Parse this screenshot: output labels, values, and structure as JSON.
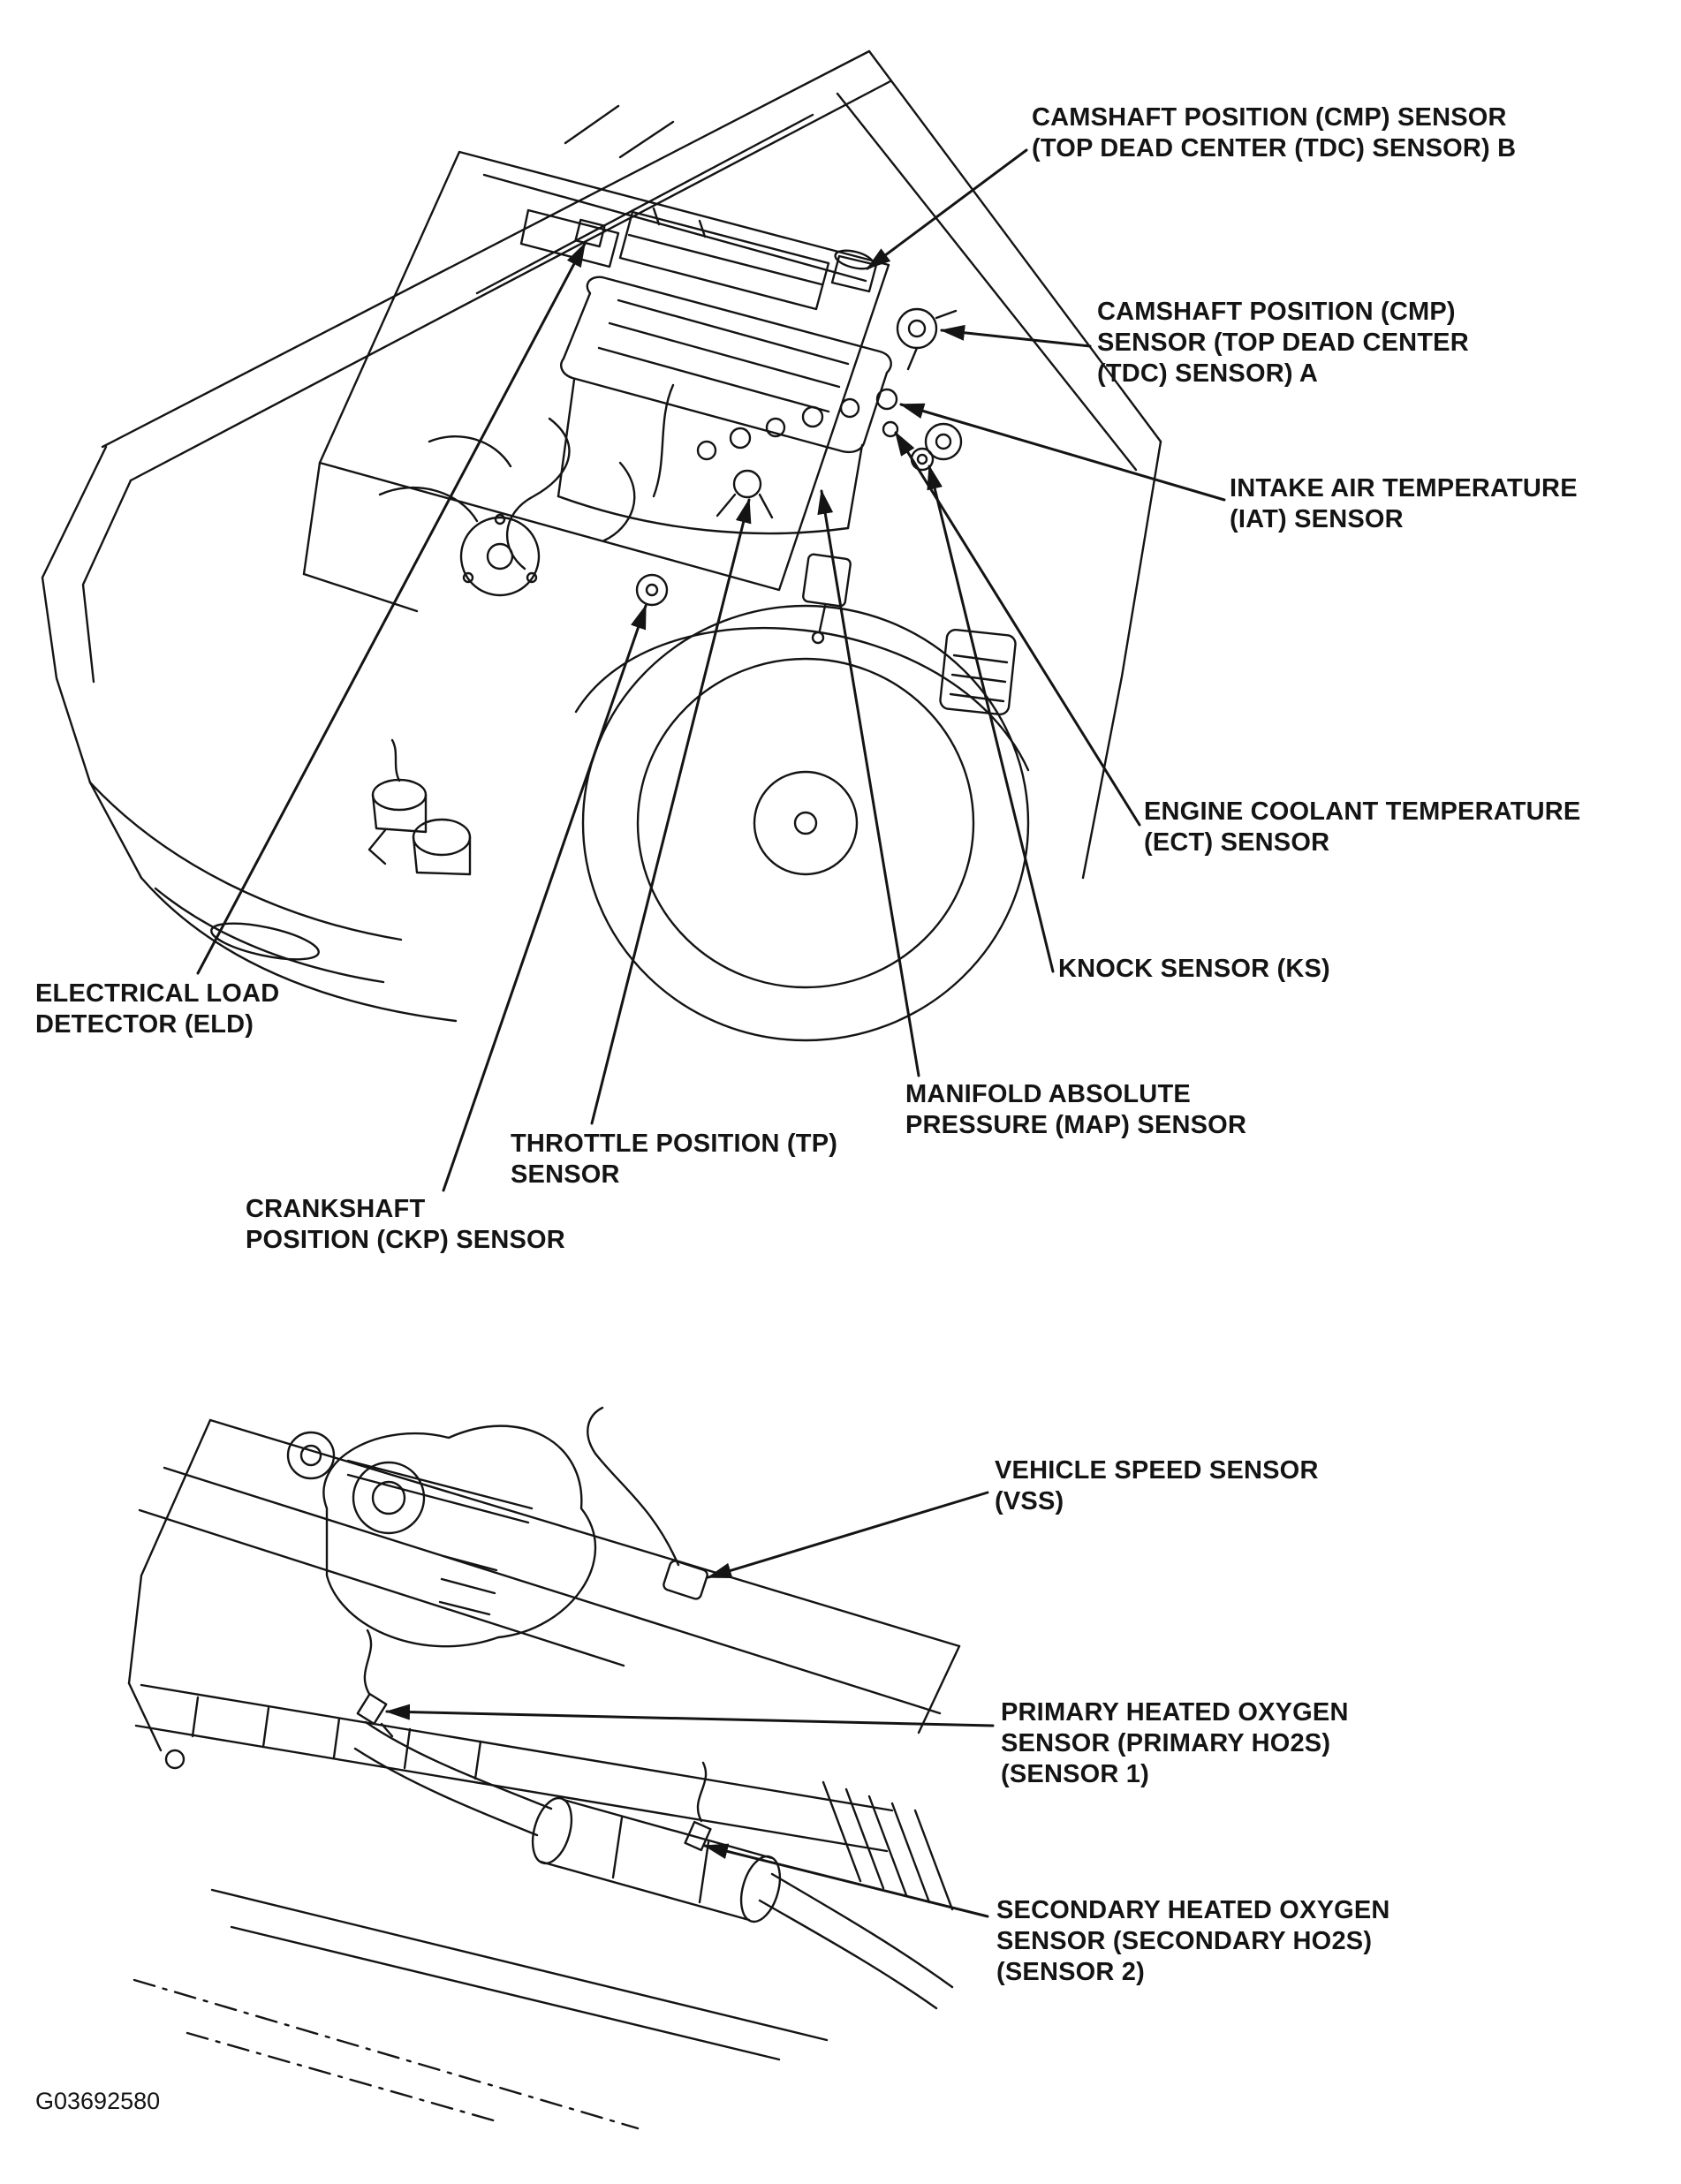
{
  "page": {
    "background": "#ffffff",
    "ink_color": "#141414"
  },
  "figure_code": "G03692580",
  "diagram": {
    "labels": {
      "cmp_b": "CAMSHAFT POSITION (CMP) SENSOR\n(TOP DEAD CENTER (TDC) SENSOR) B",
      "cmp_a": "CAMSHAFT POSITION (CMP)\nSENSOR (TOP DEAD CENTER\n(TDC) SENSOR) A",
      "iat": "INTAKE AIR TEMPERATURE\n(IAT) SENSOR",
      "ect": "ENGINE COOLANT TEMPERATURE\n(ECT) SENSOR",
      "ks": "KNOCK SENSOR (KS)",
      "map": "MANIFOLD ABSOLUTE\nPRESSURE (MAP) SENSOR",
      "eld": "ELECTRICAL LOAD\nDETECTOR (ELD)",
      "tp": "THROTTLE POSITION (TP)\nSENSOR",
      "ckp": "CRANKSHAFT\nPOSITION (CKP) SENSOR",
      "vss": "VEHICLE SPEED SENSOR\n(VSS)",
      "ho2s_primary": "PRIMARY HEATED OXYGEN\nSENSOR (PRIMARY HO2S)\n(SENSOR 1)",
      "ho2s_secondary": "SECONDARY HEATED OXYGEN\nSENSOR (SECONDARY HO2S)\n(SENSOR 2)"
    }
  }
}
